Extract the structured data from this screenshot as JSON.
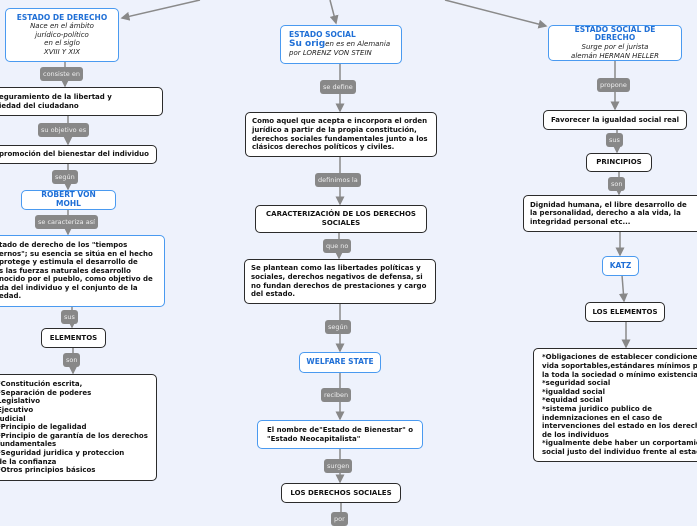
{
  "left": {
    "root_title": "ESTADO DE DERECHO",
    "root_sub": "Nace en el ámbito\njurídico-político\nen el  siglo\nXVIII Y XIX",
    "l1": "consiste en",
    "n1": "eguramiento de la libertad y\niedad del ciudadano",
    "l2": "su objetivo es",
    "n2": "promoción del bienestar del individuo",
    "l3": "según",
    "n3": "ROBERT VON MOHL",
    "l4": "se caracteriza así",
    "n4": "tado de derecho de los \"tiempos\nernos\"; su esencia se sitúa en el hecho\nprotege y estimula el desarrollo de\ns  las fuerzas naturales desarrollo\nnocido por el pueblo, como objetivo de\nda del individuo y el conjunto de la\nedad.",
    "l5": "sus",
    "n5": "ELEMENTOS",
    "l6": "son",
    "n6": "*Constitución escrita,\n*Separación de poderes\n   Legislativo\n   Ejecutivo\n   Judicial\n*Principio de legalidad\n*Principio de garantía de los derechos\n  fundamentales\n*Seguridad juridica y proteccion\n  de la confianza\n*Otros principios básicos"
  },
  "middle": {
    "root_title": "ESTADO SOCIAL",
    "root_big": "Su orig",
    "root_sub": "en es en  Alemania\npor LORENZ VON STEIN",
    "l1": "se define",
    "n1": "Como aquel que acepta e incorpora el orden jurídico a partir de la propia constitución, derechos sociales fundamentales junto a los clásicos derechos políticos y civiles.",
    "l2": "definimos la",
    "n2": "CARACTERIZACIÓN DE LOS DERECHOS SOCIALES",
    "l3": "que no",
    "n3": "Se plantean como las libertades políticas y sociales, derechos negativos de defensa, si no fundan derechos de prestaciones y cargo del estado.",
    "l4": "según",
    "n4": "WELFARE STATE",
    "l5": "reciben",
    "n5": "El nombre de\"Estado de Bienestar\" o \"Estado Neocapitalista\"",
    "l6": "surgen",
    "n6": "LOS DERECHOS SOCIALES",
    "l7": "por"
  },
  "right": {
    "root_title": "ESTADO SOCIAL DE DERECHO",
    "root_sub": "Surge por el jurista\nalemán HERMAN HELLER",
    "l1": "propone",
    "n1": "Favorecer la igualdad social real",
    "l2": "sus",
    "n2": "PRINCIPIOS",
    "l3": "son",
    "n3": "Dignidad humana, el libre desarrollo de la personalidad, derecho a ala vida, la integridad personal etc...",
    "n4": "KATZ",
    "n5": "LOS ELEMENTOS",
    "n6": "*Obligaciones de establecer condiciones de\nvida soportables,estándares mínimos para\nla toda la sociedad o mínimo existencias\n*seguridad social\n*igualdad social\n*equidad social\n*sistema juridico publico de\nindemnizaciones en el caso de\nintervenciones del estado en los derechos\nde los individuos\n*igualmente debe haber un corportamiento\nsocial justo del individuo frente al estado"
  },
  "colors": {
    "background": "#eef2fc",
    "accent": "#4a9af0",
    "title": "#1f6fd6",
    "link_label": "#888888"
  }
}
